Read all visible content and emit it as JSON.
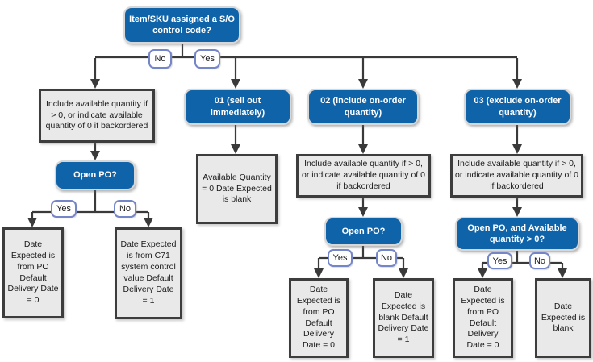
{
  "colors": {
    "node_blue": "#0f63a9",
    "node_gray_fill": "#e9e9e9",
    "node_gray_border": "#3d3d3d",
    "edge_label_border": "#7486c8",
    "connector": "#3a3a3a"
  },
  "root": {
    "question": "Item/SKU assigned a S/O control code?"
  },
  "edges": {
    "top_no": "No",
    "top_yes": "Yes",
    "left_yes": "Yes",
    "left_no": "No",
    "code02_yes": "Yes",
    "code02_no": "No",
    "code03_yes": "Yes",
    "code03_no": "No"
  },
  "no_branch": {
    "info": "Include available quantity if > 0, or indicate available quantity of 0 if backordered",
    "question": "Open PO?",
    "yes_result": "Date Expected is from PO Default Delivery Date = 0",
    "no_result": "Date Expected is from C71 system control value Default Delivery Date = 1"
  },
  "code01": {
    "label": "01 (sell out immediately)",
    "result": "Available Quantity = 0 Date Expected is blank"
  },
  "code02": {
    "label": "02 (include on-order quantity)",
    "info": "Include available quantity if > 0, or indicate available quantity of 0 if backordered",
    "question": "Open PO?",
    "yes_result": "Date Expected is from PO Default Delivery Date = 0",
    "no_result": "Date Expected is blank Default Delivery Date = 1"
  },
  "code03": {
    "label": "03 (exclude on-order quantity)",
    "info": "Include available quantity if > 0, or indicate available quantity of 0 if backordered",
    "question": "Open PO, and Available quantity > 0?",
    "yes_result": "Date Expected is from PO Default Delivery Date = 0",
    "no_result": "Date Expected is blank"
  }
}
